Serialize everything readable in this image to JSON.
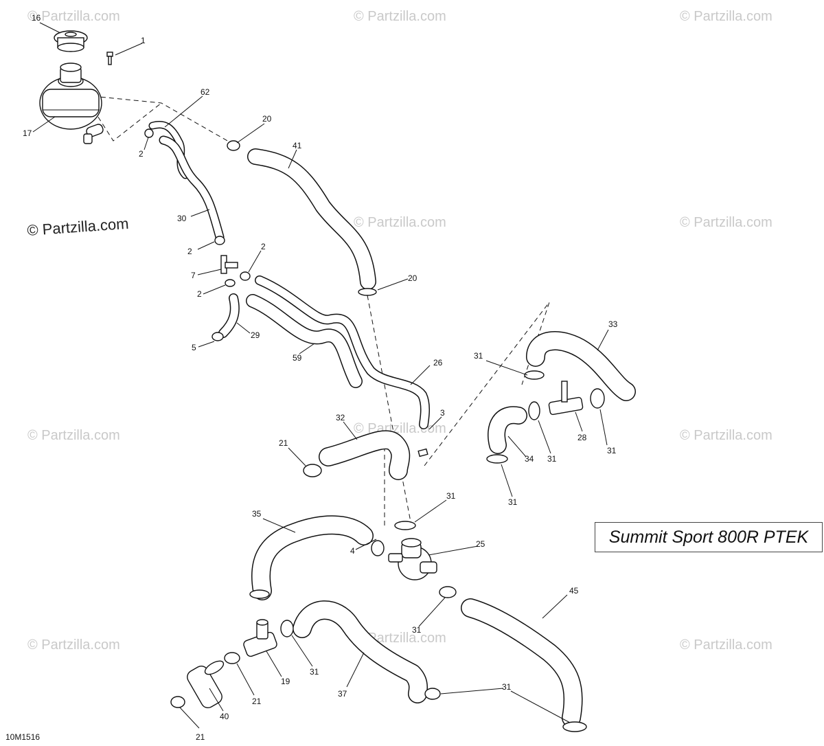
{
  "title": "Summit Sport 800R PTEK",
  "diagram_code": "10M1516",
  "watermark": "© Partzilla.com",
  "callouts": {
    "c16": "16",
    "c1": "1",
    "c62": "62",
    "c17": "17",
    "c2a": "2",
    "c20a": "20",
    "c41": "41",
    "c30": "30",
    "c2b": "2",
    "c2c": "2",
    "c7": "7",
    "c2d": "2",
    "c20b": "20",
    "c29": "29",
    "c5": "5",
    "c59": "59",
    "c26": "26",
    "c33": "33",
    "c31a": "31",
    "c28": "28",
    "c31b": "31",
    "c31c": "31",
    "c34": "34",
    "c3": "3",
    "c32": "32",
    "c21a": "21",
    "c31d": "31",
    "c31e": "31",
    "c35": "35",
    "c25": "25",
    "c4": "4",
    "c45": "45",
    "c31f": "31",
    "c31g": "31",
    "c19": "19",
    "c21b": "21",
    "c40": "40",
    "c37": "37",
    "c31h": "31",
    "c21c": "21"
  }
}
